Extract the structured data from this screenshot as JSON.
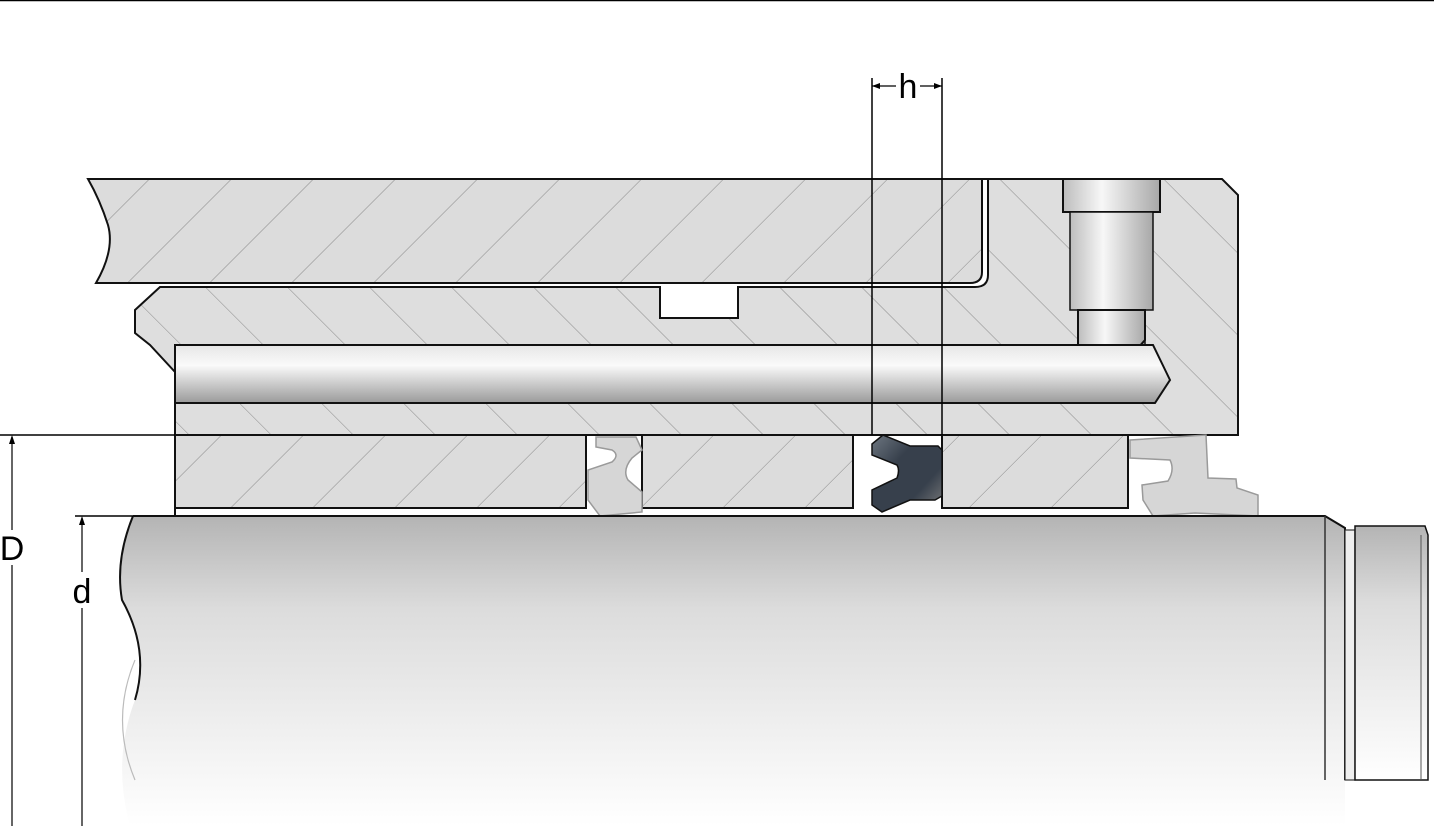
{
  "labels": {
    "height": "h",
    "outer_diameter": "D",
    "rod_diameter": "d"
  },
  "colors": {
    "housing": "#dcdcdc",
    "hatch": "#8a8a8a",
    "seal_highlight": "#37404c",
    "secondary_seal": "#d6d6d6",
    "outline": "#111111"
  }
}
